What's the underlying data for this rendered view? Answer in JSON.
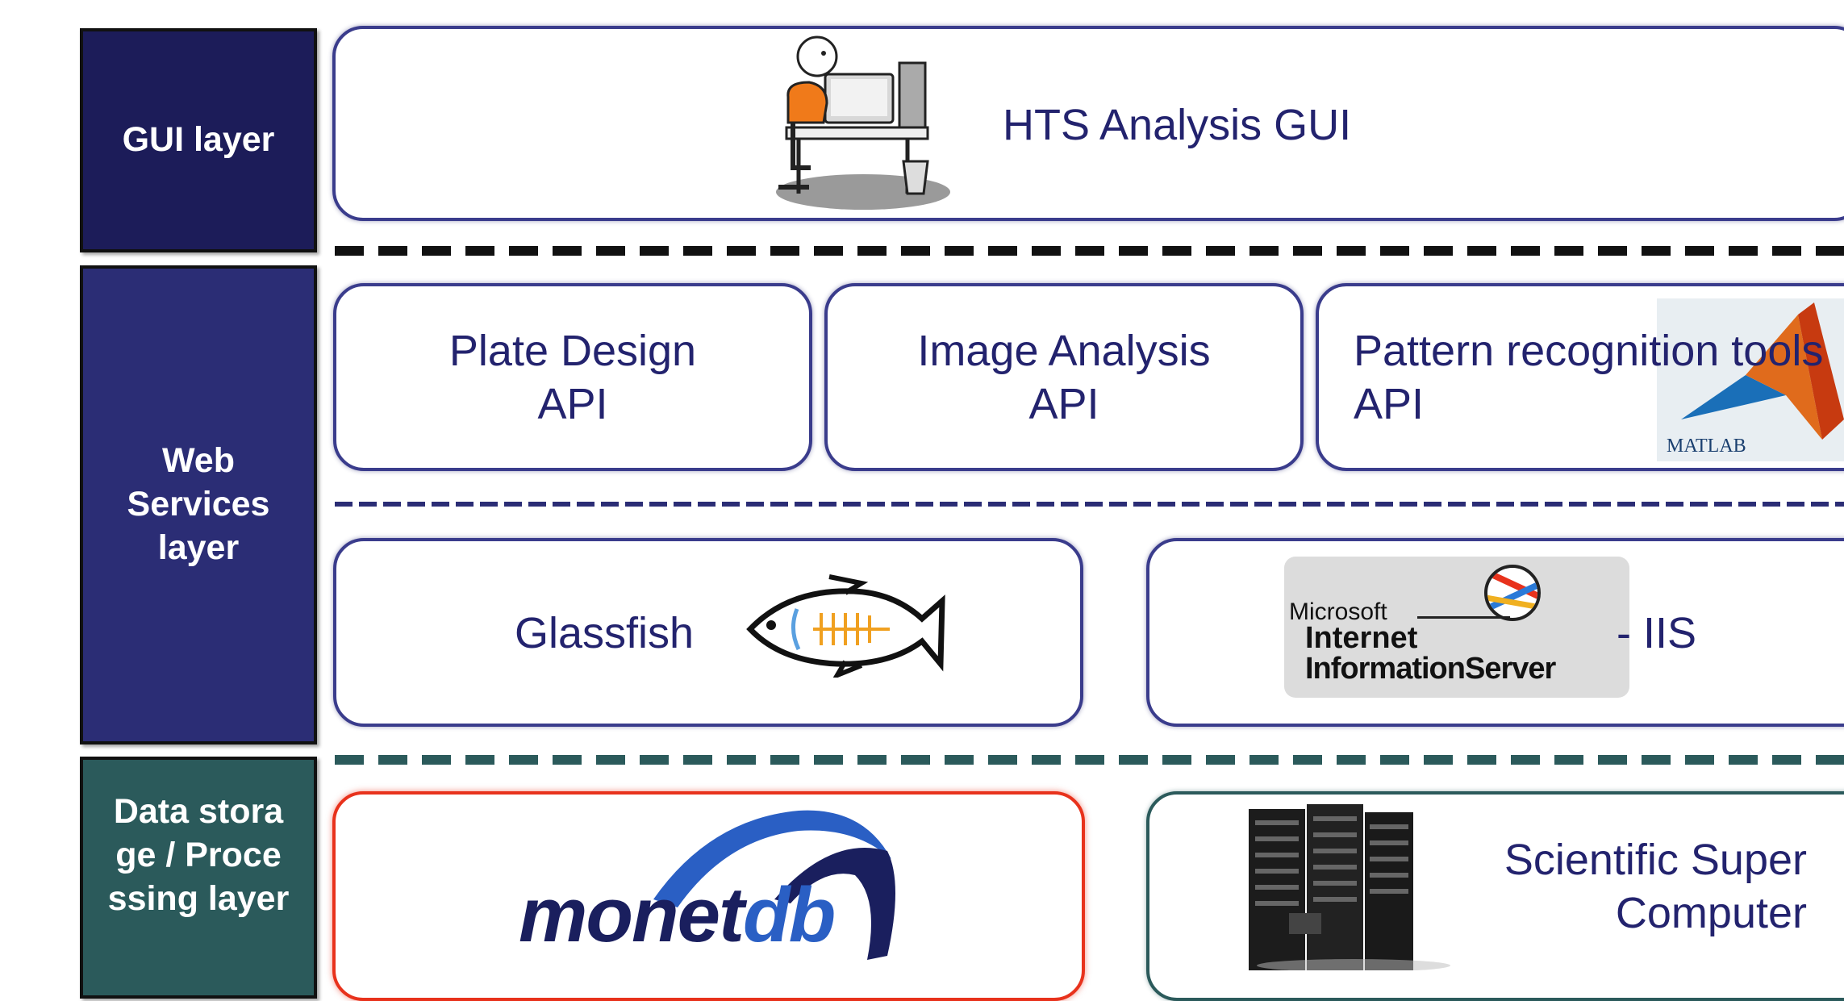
{
  "layers": {
    "gui": "GUI layer",
    "web_services": "Web Services layer",
    "data_storage": "Data storage / Processing layer"
  },
  "gui_box": {
    "title": "HTS Analysis GUI",
    "icon": "person-at-computer-icon"
  },
  "apis": [
    {
      "line1": "Plate Design",
      "line2": "API"
    },
    {
      "line1": "Image Analysis",
      "line2": "API"
    },
    {
      "line1": "Pattern recognition tools",
      "line2": "API",
      "logo_text": "MATLAB"
    }
  ],
  "servers": {
    "glassfish": {
      "label": "Glassfish",
      "icon": "glassfish-logo"
    },
    "iis": {
      "logo_microsoft": "Microsoft",
      "logo_line1": "Internet",
      "logo_line2": "InformationServer",
      "label": "- IIS"
    }
  },
  "storage": {
    "monetdb": {
      "logo_part1": "monet",
      "logo_part2": "db"
    },
    "supercomputer": {
      "line1": "Scientific Super",
      "line2": "Computer",
      "icon": "server-rack-icon"
    }
  },
  "colors": {
    "gui_layer": "#1c1c59",
    "web_services_layer": "#2b2d75",
    "data_layer": "#2b5a5b",
    "text": "#23236e",
    "monetdb_border": "#e8321c"
  }
}
